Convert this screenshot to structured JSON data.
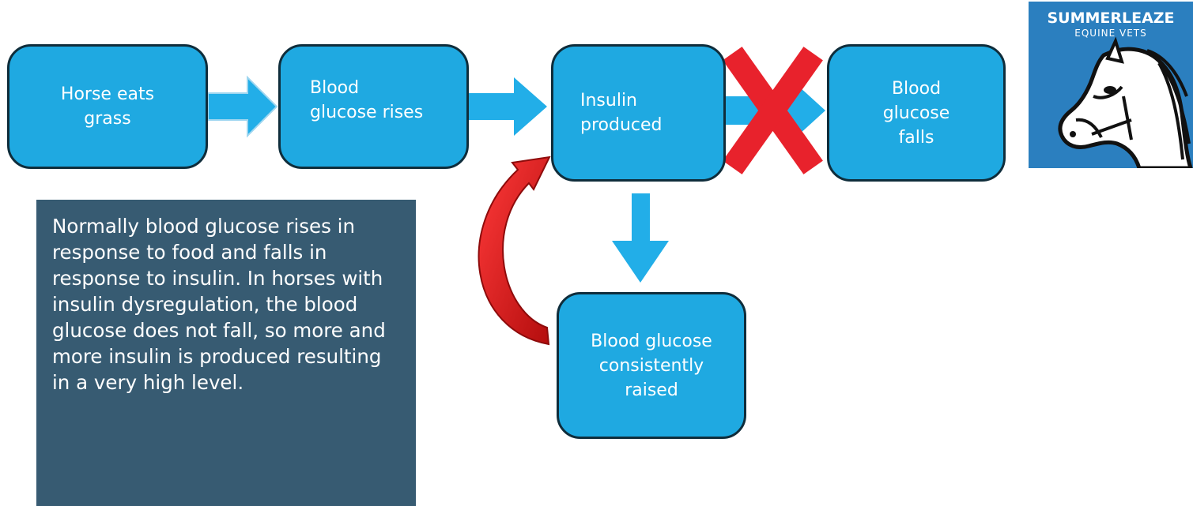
{
  "flow": {
    "step1": "Horse eats\ngrass",
    "step2": "Blood\nglucose rises",
    "step3": "Insulin\nproduced",
    "step4": "Blood\nglucose\nfalls",
    "step5": "Blood glucose\nconsistently\nraised"
  },
  "explanation": "Normally blood glucose rises in response to food and falls in response to insulin. In horses with insulin dysregulation, the blood glucose does not fall, so more and more insulin is produced resulting in a very high level.",
  "logo": {
    "name": "SUMMERLEAZE",
    "subtitle": "EQUINE VETS"
  },
  "colors": {
    "box_fill": "#1fa9e1",
    "box_border": "#0f2d3b",
    "arrow": "#22aee8",
    "cross": "#e8222c",
    "feedback_arrow": "#e01b1b",
    "text_panel": "#375b72",
    "logo_bg": "#2b7fbf"
  }
}
